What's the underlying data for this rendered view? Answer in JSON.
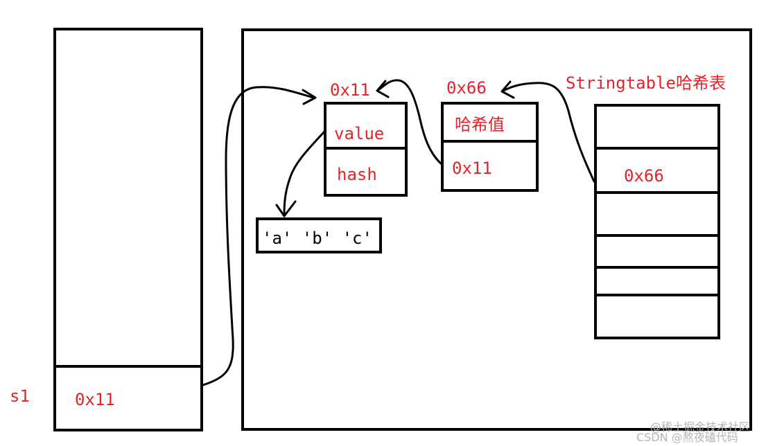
{
  "stack": {
    "var_label": "s1",
    "slot_value": "0x11"
  },
  "string_object": {
    "address": "0x11",
    "field_value": "value",
    "field_hash": "hash"
  },
  "char_array": {
    "chars": "'a' 'b' 'c'"
  },
  "hash_entry": {
    "address": "0x66",
    "hash_label": "哈希值",
    "ref": "0x11"
  },
  "stringtable": {
    "title": "Stringtable哈希表",
    "entry_value": "0x66"
  },
  "watermark": {
    "line1": "@稀土掘金技术社区",
    "line2": "CSDN @熬夜磕代码"
  },
  "colors": {
    "annotation": "#e0242a",
    "lines": "#000000"
  }
}
